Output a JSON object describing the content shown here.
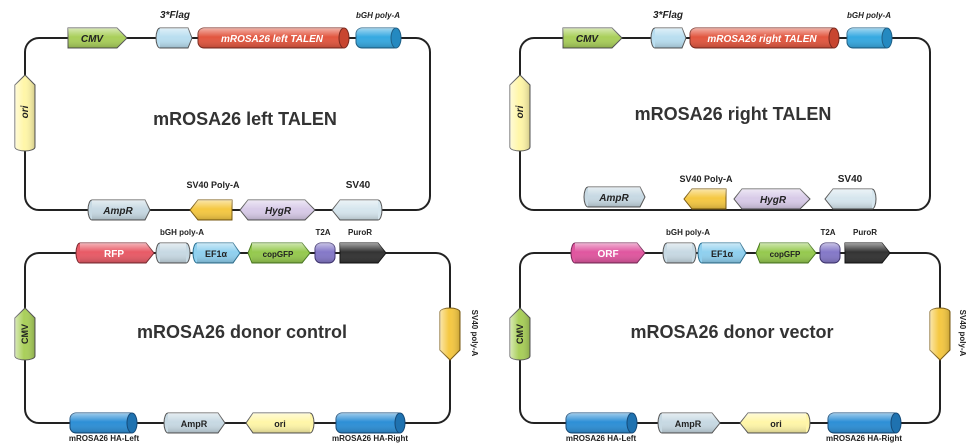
{
  "panels": [
    {
      "id": "left-talen",
      "title": "mROSA26 left TALEN",
      "top_labels": {
        "cmv": "CMV",
        "flag": "3*Flag",
        "talen": "mROSA26 left TALEN",
        "bgh": "bGH poly-A"
      },
      "left_label": "ori",
      "bottom_labels": {
        "ampr": "AmpR",
        "sv40pa": "SV40 Poly-A",
        "hygr": "HygR",
        "sv40": "SV40"
      }
    },
    {
      "id": "right-talen",
      "title": "mROSA26 right TALEN",
      "top_labels": {
        "cmv": "CMV",
        "flag": "3*Flag",
        "talen": "mROSA26 right TALEN",
        "bgh": "bGH poly-A"
      },
      "left_label": "ori",
      "bottom_labels": {
        "ampr": "AmpR",
        "sv40pa": "SV40 Poly-A",
        "hygr": "HygR",
        "sv40": "SV40"
      }
    },
    {
      "id": "donor-control",
      "title": "mROSA26 donor control",
      "top_labels": {
        "first": "RFP",
        "bgh": "bGH  poly-A",
        "ef1a": "EF1α",
        "copgfp": "copGFP",
        "t2a": "T2A",
        "puror": "PuroR"
      },
      "left_label": "CMV",
      "right_label": "SV40 poly-A",
      "bottom_labels": {
        "ha_left": "mROSA26 HA-Left",
        "ampr": "AmpR",
        "ori": "ori",
        "ha_right": "mROSA26 HA-Right"
      }
    },
    {
      "id": "donor-vector",
      "title": "mROSA26 donor vector",
      "top_labels": {
        "first": "ORF",
        "bgh": "bGH  poly-A",
        "ef1a": "EF1α",
        "copgfp": "copGFP",
        "t2a": "T2A",
        "puror": "PuroR"
      },
      "left_label": "CMV",
      "right_label": "SV40 poly-A",
      "bottom_labels": {
        "ha_left": "mROSA26 HA-Left",
        "ampr": "AmpR",
        "ori": "ori",
        "ha_right": "mROSA26 HA-Right"
      }
    }
  ],
  "colors": {
    "cmv": "#a9cf5a",
    "flag": "#b9def0",
    "talen": "#e2563f",
    "bgh": "#36a9e1",
    "ori": "#fff6a8",
    "ampr": "#c7d9e3",
    "sv40pa": "#f5c842",
    "hygr": "#d8cbe8",
    "sv40": "#d6e6ee",
    "rfp": "#e85a66",
    "orf": "#e0569f",
    "ef1a": "#8fd0ef",
    "copgfp": "#95c94e",
    "t2a": "#8478c8",
    "puror": "#333333",
    "ha": "#2d8fd6",
    "line": "#222222"
  }
}
